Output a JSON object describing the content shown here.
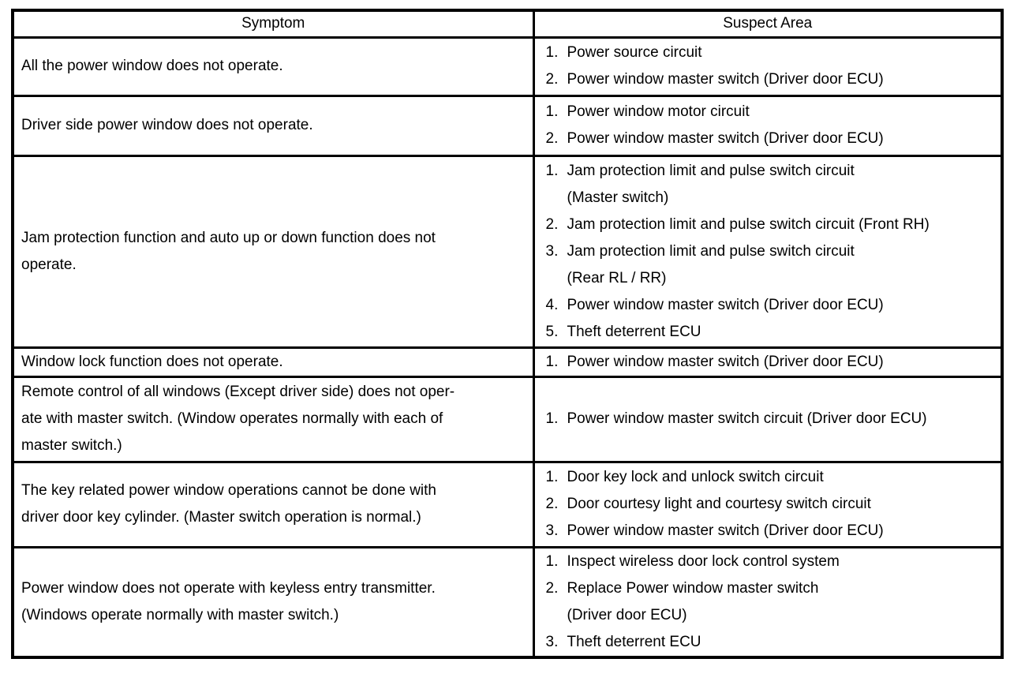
{
  "table": {
    "header": {
      "symptom": "Symptom",
      "suspect_area": "Suspect Area"
    },
    "rows": [
      {
        "symptom": "All the power window does not operate.",
        "suspects": [
          {
            "num": "1.",
            "text": "Power source circuit"
          },
          {
            "num": "2.",
            "text": "Power window master switch (Driver door ECU)"
          }
        ]
      },
      {
        "symptom": "Driver side power window does not operate.",
        "suspects": [
          {
            "num": "1.",
            "text": "Power window motor circuit"
          },
          {
            "num": "2.",
            "text": "Power window master switch (Driver door ECU)"
          }
        ]
      },
      {
        "symptom": "Jam protection function and auto up or down function does not\noperate.",
        "suspects": [
          {
            "num": "1.",
            "text": "Jam protection limit and pulse switch circuit\n(Master switch)"
          },
          {
            "num": "2.",
            "text": "Jam protection limit and pulse switch circuit (Front RH)"
          },
          {
            "num": "3.",
            "text": "Jam protection limit and pulse switch circuit\n(Rear RL / RR)"
          },
          {
            "num": "4.",
            "text": "Power window master switch (Driver door ECU)"
          },
          {
            "num": "5.",
            "text": "Theft deterrent ECU"
          }
        ]
      },
      {
        "symptom": "Window lock function does not operate.",
        "suspects": [
          {
            "num": "1.",
            "text": "Power window master switch (Driver door ECU)"
          }
        ]
      },
      {
        "symptom": "Remote control of all windows (Except driver side) does not oper-\nate with master switch. (Window operates normally with each of\nmaster switch.)",
        "suspects": [
          {
            "num": "1.",
            "text": "Power window master switch circuit (Driver door ECU)"
          }
        ]
      },
      {
        "symptom": "The key related power window operations cannot be done with\ndriver door key cylinder. (Master switch operation is normal.)",
        "suspects": [
          {
            "num": "1.",
            "text": "Door key lock and unlock switch circuit"
          },
          {
            "num": "2.",
            "text": "Door courtesy light and courtesy switch circuit"
          },
          {
            "num": "3.",
            "text": "Power window master switch (Driver door ECU)"
          }
        ]
      },
      {
        "symptom": "Power window does not operate with keyless entry transmitter.\n(Windows operate normally with master switch.)",
        "suspects": [
          {
            "num": "1.",
            "text": "Inspect wireless door lock control system"
          },
          {
            "num": "2.",
            "text": "Replace Power window master switch\n(Driver door ECU)"
          },
          {
            "num": "3.",
            "text": "Theft deterrent ECU"
          }
        ]
      }
    ]
  }
}
